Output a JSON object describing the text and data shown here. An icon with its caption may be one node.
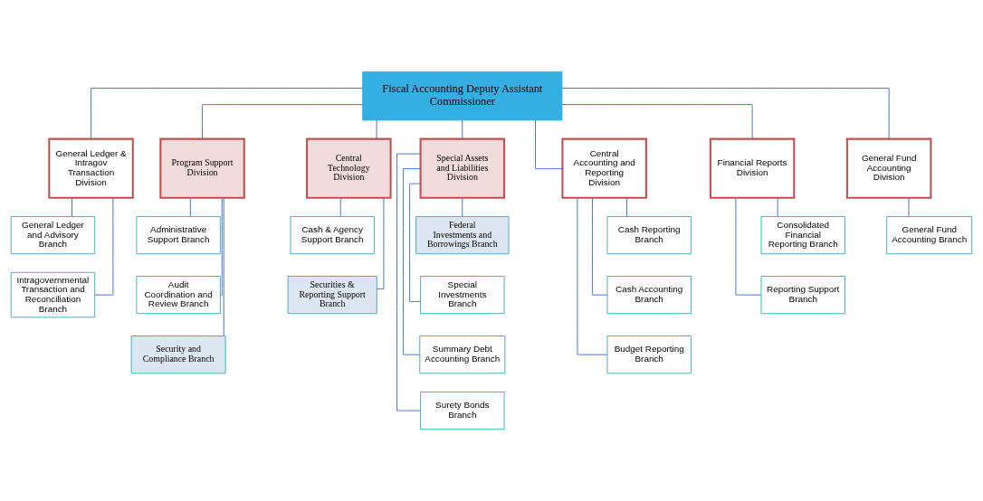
{
  "diagram": {
    "nodes": [
      {
        "text": [
          "Fiscal Accounting Deputy Assistant Commissioner"
        ]
      },
      {
        "text": [
          "General Ledger & Intragov Transaction Division"
        ]
      },
      {
        "text": [
          "General Ledger and Advisory Branch"
        ]
      },
      {
        "text": [
          "Intragovernmental Transaction and Reconciliation Branch"
        ]
      },
      {
        "text": [
          "Program Support Division"
        ]
      },
      {
        "text": [
          "Administrative Support Branch"
        ]
      },
      {
        "text": [
          "Audit Coordination and Review Branch"
        ]
      },
      {
        "text": [
          "Security and Compliance Branch"
        ]
      },
      {
        "text": [
          "Central Technology Division"
        ]
      },
      {
        "text": [
          "Cash & Agency Support Branch"
        ]
      },
      {
        "text": [
          "Securities & Reporting Support Branch"
        ]
      },
      {
        "text": [
          "Special Assets and Liabilities Division"
        ]
      },
      {
        "text": [
          "Federal Investments and Borrowings Branch"
        ]
      },
      {
        "text": [
          "Special Investments Branch"
        ]
      },
      {
        "text": [
          "Summary Debt Accounting Branch"
        ]
      },
      {
        "text": [
          "Surety Bonds Branch"
        ]
      },
      {
        "text": [
          "Central Accounting and Reporting Division"
        ]
      },
      {
        "text": [
          "Cash Reporting Branch"
        ]
      },
      {
        "text": [
          "Cash Accounting Branch"
        ]
      },
      {
        "text": [
          "Budget Reporting Branch"
        ]
      },
      {
        "text": [
          "Financial Reports Division"
        ]
      },
      {
        "text": [
          "Consolidated Financial Reporting Branch"
        ]
      },
      {
        "text": [
          "Reporting Support Branch"
        ]
      },
      {
        "text": [
          "General Fund Accounting Division"
        ]
      },
      {
        "text": [
          "General Fund Accounting Branch"
        ]
      }
    ],
    "edges": [
      {
        "from": 0,
        "to": 1,
        "arrow": "none"
      },
      {
        "from": 0,
        "to": 4,
        "arrow": "none"
      },
      {
        "from": 0,
        "to": 8,
        "arrow": "none"
      },
      {
        "from": 0,
        "to": 11,
        "arrow": "none"
      },
      {
        "from": 0,
        "to": 16,
        "arrow": "none"
      },
      {
        "from": 0,
        "to": 20,
        "arrow": "none"
      },
      {
        "from": 0,
        "to": 23,
        "arrow": "none"
      },
      {
        "from": 1,
        "to": 2,
        "arrow": "none"
      },
      {
        "from": 1,
        "to": 3,
        "arrow": "none"
      },
      {
        "from": 4,
        "to": 5,
        "arrow": "none"
      },
      {
        "from": 4,
        "to": 6,
        "arrow": "none"
      },
      {
        "from": 4,
        "to": 7,
        "arrow": "none"
      },
      {
        "from": 8,
        "to": 9,
        "arrow": "none"
      },
      {
        "from": 8,
        "to": 10,
        "arrow": "none"
      },
      {
        "from": 11,
        "to": 12,
        "arrow": "none"
      },
      {
        "from": 11,
        "to": 13,
        "arrow": "none"
      },
      {
        "from": 11,
        "to": 14,
        "arrow": "none"
      },
      {
        "from": 11,
        "to": 15,
        "arrow": "none"
      },
      {
        "from": 16,
        "to": 17,
        "arrow": "none"
      },
      {
        "from": 16,
        "to": 18,
        "arrow": "none"
      },
      {
        "from": 16,
        "to": 19,
        "arrow": "none"
      },
      {
        "from": 20,
        "to": 21,
        "arrow": "none"
      },
      {
        "from": 20,
        "to": 22,
        "arrow": "none"
      },
      {
        "from": 23,
        "to": 24,
        "arrow": "none"
      }
    ]
  }
}
